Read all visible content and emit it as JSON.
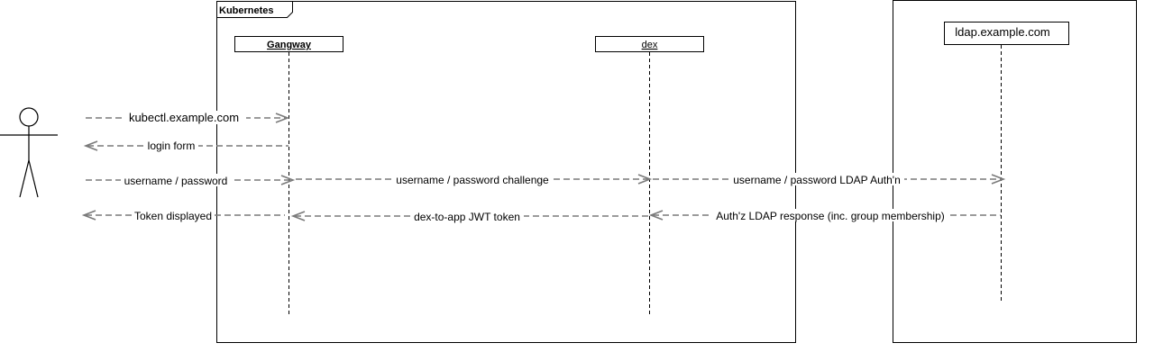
{
  "frames": {
    "kubernetes": {
      "title": "Kubernetes"
    }
  },
  "participants": {
    "gangway": {
      "label": "Gangway"
    },
    "dex": {
      "label": "dex"
    },
    "ldap": {
      "label": "ldap.example.com"
    }
  },
  "messages": [
    {
      "label": "kubectl.example.com"
    },
    {
      "label": "login form"
    },
    {
      "label": "username / password"
    },
    {
      "label": "username / password challenge"
    },
    {
      "label": "username / password LDAP Auth'n"
    },
    {
      "label": "Token displayed"
    },
    {
      "label": "dex-to-app JWT token"
    },
    {
      "label": "Auth'z LDAP response (inc. group membership)"
    }
  ]
}
